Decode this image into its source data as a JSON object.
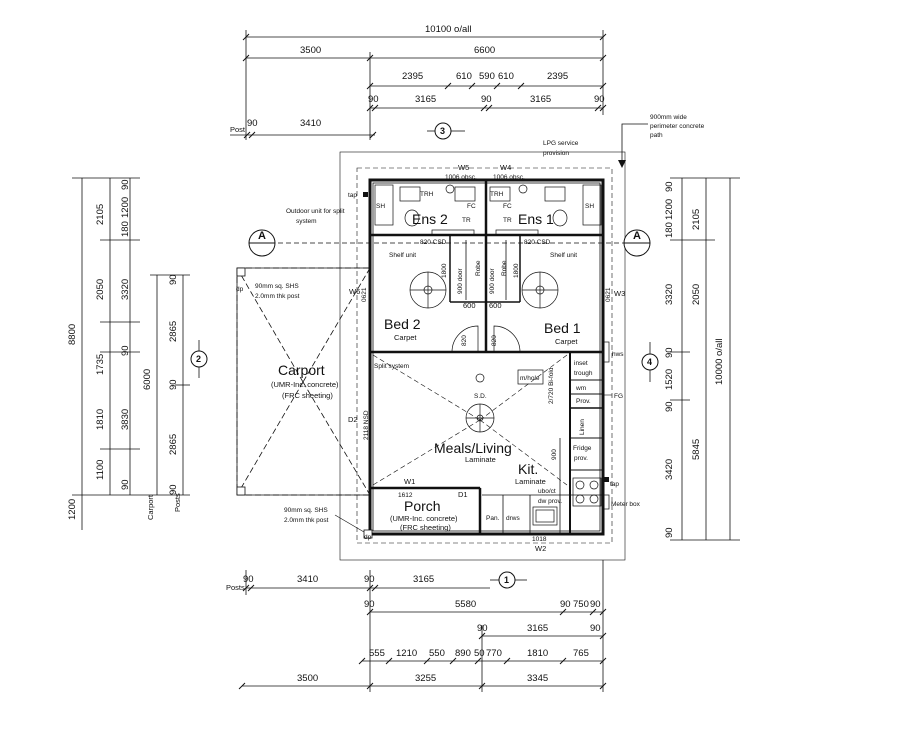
{
  "top_dims": {
    "overall": "10100 o/all",
    "row2": [
      "3500",
      "6600"
    ],
    "row3": [
      "2395",
      "610",
      "590",
      "610",
      "2395"
    ],
    "row4": [
      "90",
      "3165",
      "90",
      "3165",
      "90"
    ],
    "posts": [
      "Post",
      "90",
      "3410"
    ]
  },
  "grid_bubbles": [
    "3",
    "2",
    "4",
    "1"
  ],
  "section_marker": "A",
  "notes": {
    "lpg": [
      "LPG service",
      "provision"
    ],
    "path": [
      "900mm wide",
      "perimeter concrete",
      "path"
    ],
    "outdoor_unit": [
      "Outdoor unit for split",
      "system"
    ],
    "post_top": [
      "90mm sq. SHS",
      "2.0mm thk post"
    ],
    "post_bottom": [
      "90mm sq. SHS",
      "2.0mm thk post"
    ],
    "hws": "hws",
    "fg": "FG",
    "tap_top": "tap",
    "tap_right": "tap",
    "meter_box": "Meter box",
    "dp": "dp"
  },
  "windows": {
    "w5": "W5",
    "w5_obsc": "1006 obsc.",
    "w4": "W4",
    "w4_obsc": "1006 obsc.",
    "w6": "W6",
    "w6_size": "0621",
    "w3": "W3",
    "w3_size": "0621",
    "w1": "W1",
    "w1_size": "1612",
    "w2": "W2",
    "w2_size": "1018",
    "d1": "D1",
    "d2": "D2",
    "d2_size": "2118 NSD"
  },
  "rooms": {
    "ens2": "Ens 2",
    "ens1": "Ens 1",
    "bed2": "Bed 2",
    "bed2_floor": "Carpet",
    "bed1": "Bed 1",
    "bed1_floor": "Carpet",
    "carport": "Carport",
    "carport_sub1": "(UMR-Inc. concrete)",
    "carport_sub2": "(FRC sheeting)",
    "porch": "Porch",
    "porch_sub1": "(UMR-Inc. concrete)",
    "porch_sub2": "(FRC sheeting)",
    "meals": "Meals/Living",
    "meals_floor": "Laminate",
    "kit": "Kit.",
    "kit_floor": "Laminate"
  },
  "fixtures": {
    "sh": "SH",
    "trh": "TRH",
    "fc": "FC",
    "tr": "TR",
    "csd": "820 CSD",
    "shelf": "Shelf unit",
    "robe": "Robe",
    "robe_door": "900 door",
    "w1800": "1800",
    "w600": "600",
    "w820": "820",
    "split": "Split system",
    "mhole": "m/hole",
    "bifold": "2/720 Bi-fold",
    "w900": "900",
    "inset": "inset",
    "trough": "trough",
    "wm": "wm",
    "prov": "Prov.",
    "linen": "Linen",
    "fridge": "Fridge",
    "fridge_prov": "prov.",
    "dw": "dw prov.",
    "ubo": "ubo/ct",
    "pan": "Pan.",
    "drws": "drws",
    "sd": "S.D."
  },
  "left_dims": {
    "overall": "8800",
    "outer": [
      "1200"
    ],
    "col1": [
      "2105",
      "2050",
      "1735",
      "1810",
      "1100"
    ],
    "col2": [
      "90",
      "1200",
      "180",
      "3320",
      "90",
      "3830",
      "90"
    ],
    "col3": [
      "6000"
    ],
    "col4": [
      "90",
      "2865",
      "90",
      "2865",
      "90"
    ],
    "labels": [
      "Carport",
      "Posts"
    ]
  },
  "right_dims": {
    "overall": "10000 o/all",
    "col1": [
      "90",
      "1200",
      "180",
      "3320",
      "90",
      "1520",
      "90",
      "3420",
      "90"
    ],
    "col2": [
      "2105",
      "2050",
      "5845"
    ]
  },
  "bottom_dims": {
    "posts": [
      "Posts",
      "90",
      "3410",
      "90",
      "3165"
    ],
    "row2": [
      "90",
      "5580",
      "90",
      "750",
      "90"
    ],
    "row3": [
      "90",
      "3165",
      "90"
    ],
    "row4": [
      "555",
      "1210",
      "550",
      "890",
      "50",
      "770",
      "1810",
      "765"
    ],
    "row5": [
      "3500",
      "3255",
      "3345"
    ]
  }
}
